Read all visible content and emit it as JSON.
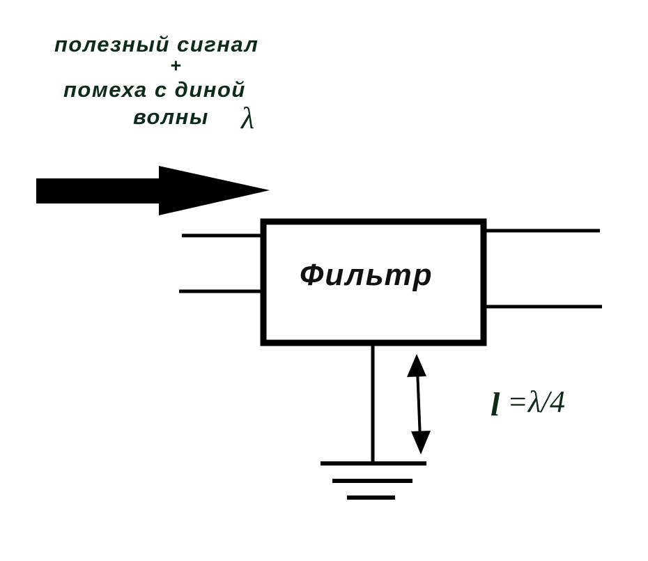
{
  "input_label": {
    "line1": "полезный сигнал",
    "line2": "+",
    "line3": "помеха с диной",
    "line4": "волны",
    "lambda": "λ"
  },
  "filter_label": "Фильтр",
  "stub_length": {
    "l": "l",
    "rest": "=λ/4"
  }
}
